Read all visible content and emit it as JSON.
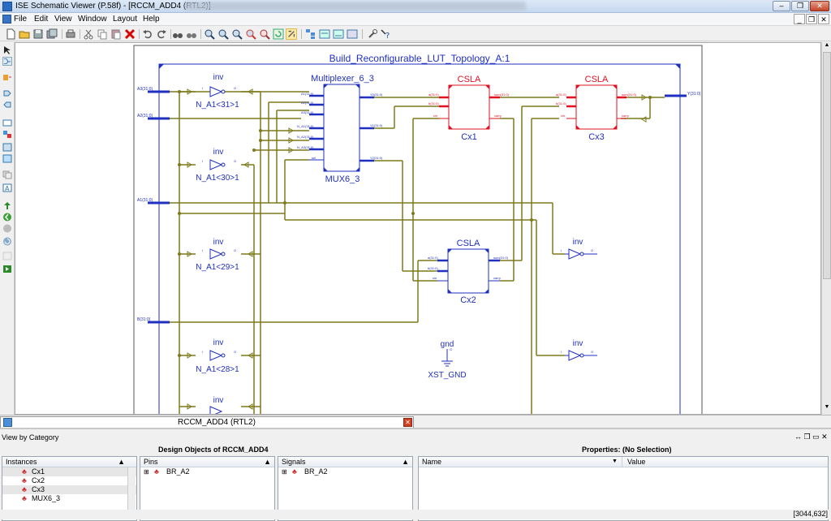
{
  "window": {
    "title": "ISE Schematic Viewer (P.58f) - [RCCM_ADD4 (RTL2)]",
    "min": "–",
    "max": "❐",
    "close": "✕"
  },
  "menu": {
    "items": [
      "File",
      "Edit",
      "View",
      "Window",
      "Layout",
      "Help"
    ],
    "mdi_min": "_",
    "mdi_restore": "❐",
    "mdi_close": "✕"
  },
  "schematic": {
    "top_title": "Build_Reconfigurable_LUT_Topology_A:1",
    "inputs": [
      "A3(31:0)",
      "A2(31:0)",
      "A1(31:0)",
      "B(31:0)"
    ],
    "output": "Y(31:0)",
    "inverters": [
      {
        "type": "inv",
        "name": "N_A1<31>1",
        "pin_i": "I",
        "pin_o": "O"
      },
      {
        "type": "inv",
        "name": "N_A1<30>1",
        "pin_i": "I",
        "pin_o": "O"
      },
      {
        "type": "inv",
        "name": "N_A1<29>1",
        "pin_i": "I",
        "pin_o": "O"
      },
      {
        "type": "inv",
        "name": "N_A1<28>1",
        "pin_i": "I",
        "pin_o": "O"
      },
      {
        "type": "inv",
        "name": "",
        "pin_i": "I",
        "pin_o": "O"
      }
    ],
    "right_inverters": [
      {
        "type": "inv",
        "pin_i": "I",
        "pin_o": "O"
      },
      {
        "type": "inv",
        "pin_i": "I",
        "pin_o": "O"
      }
    ],
    "mux": {
      "title": "Multiplexer_6_3",
      "name": "MUX6_3",
      "inputs": [
        "A1(31:0)",
        "A2(31:0)",
        "A3(31:0)",
        "N_A1(31:0)",
        "N_A2(31:0)",
        "N_A3(31:0)",
        "sel"
      ],
      "outputs": [
        "Y0(31:0)",
        "Y1(31:0)",
        "Y2(31:0)"
      ]
    },
    "csla": [
      {
        "title": "CSLA",
        "name": "Cx1",
        "pins_l": [
          "a(31:0)",
          "b(31:0)",
          "cin"
        ],
        "pins_r": [
          "sum(31:0)",
          "carry"
        ]
      },
      {
        "title": "CSLA",
        "name": "Cx3",
        "pins_l": [
          "a(31:0)",
          "b(31:0)",
          "cin"
        ],
        "pins_r": [
          "sum(31:0)",
          "carry"
        ]
      },
      {
        "title": "CSLA",
        "name": "Cx2",
        "pins_l": [
          "a(31:0)",
          "b(31:0)",
          "cin"
        ],
        "pins_r": [
          "sum(31:0)",
          "carry"
        ]
      }
    ],
    "gnd": {
      "type": "gnd",
      "name": "XST_GND",
      "pin": "G"
    }
  },
  "doc_tab": {
    "label": "RCCM_ADD4 (RTL2)"
  },
  "lower": {
    "view_by": "View by Category",
    "design_objects_title": "Design Objects of RCCM_ADD4",
    "properties_title": "Properties: (No Selection)",
    "instances": {
      "header": "Instances",
      "items": [
        "Cx1",
        "Cx2",
        "Cx3",
        "MUX6_3"
      ]
    },
    "pins": {
      "header": "Pins",
      "items": [
        "BR_A2"
      ]
    },
    "signals": {
      "header": "Signals",
      "items": [
        "BR_A2"
      ]
    },
    "props": {
      "name_col": "Name",
      "value_col": "Value"
    }
  },
  "status": {
    "coords": "[3044,632]"
  },
  "colors": {
    "wire": "#7d7a1a",
    "bus": "#1f2fbf",
    "block": "#0000cc",
    "selected": "#e01020",
    "accent": "#2b6cc4"
  }
}
